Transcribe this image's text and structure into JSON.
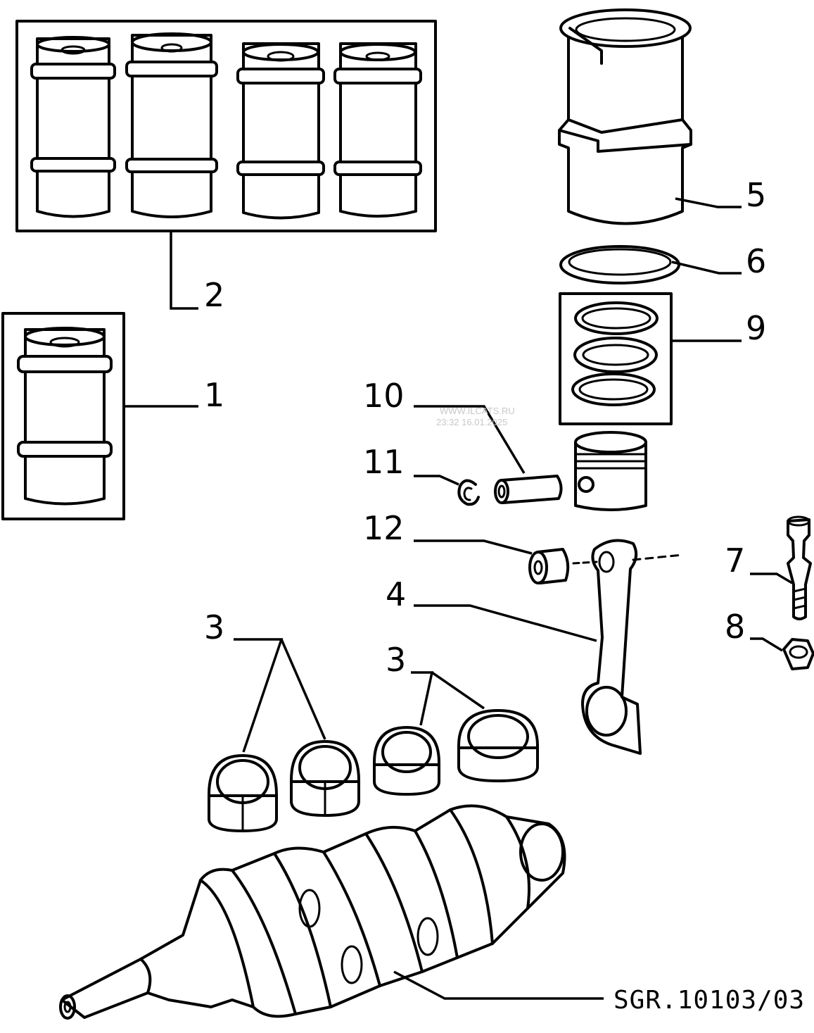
{
  "callouts": {
    "c1": "1",
    "c2": "2",
    "c3a": "3",
    "c3b": "3",
    "c4": "4",
    "c5": "5",
    "c6": "6",
    "c7": "7",
    "c8": "8",
    "c9": "9",
    "c10": "10",
    "c11": "11",
    "c12": "12"
  },
  "reference": "SGR.10103/03",
  "watermark": {
    "line1": "WWW.ILCATS.RU",
    "line2": "23:32 16.01.2025"
  }
}
